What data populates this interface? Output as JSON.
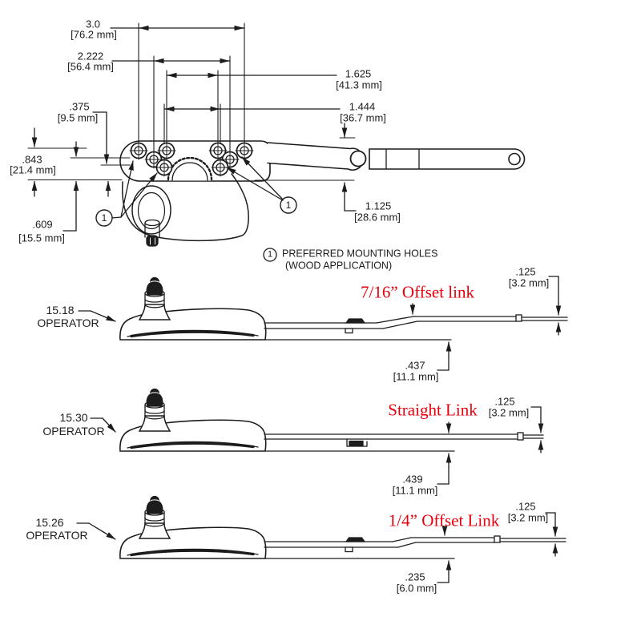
{
  "colors": {
    "line": "#1c1c1c",
    "red": "#e8000d",
    "bg": "#ffffff"
  },
  "top_view": {
    "callout_number": "1",
    "note": {
      "marker": "1",
      "line1": "PREFERRED MOUNTING HOLES",
      "line2": "(WOOD APPLICATION)"
    },
    "dims": {
      "overall_width": {
        "in": "3.0",
        "mm": "[76.2 mm]"
      },
      "span_mid": {
        "in": "2.222",
        "mm": "[56.4 mm]"
      },
      "span_inner": {
        "in": "1.625",
        "mm": "[41.3 mm]"
      },
      "span_low": {
        "in": "1.444",
        "mm": "[36.7 mm]"
      },
      "offset_low": {
        "in": ".375",
        "mm": "[9.5 mm]"
      },
      "height_top": {
        "in": ".843",
        "mm": "[21.4 mm]"
      },
      "height_mid": {
        "in": ".609",
        "mm": "[15.5 mm]"
      },
      "arm_drop": {
        "in": "1.125",
        "mm": "[28.6 mm]"
      }
    }
  },
  "sections": [
    {
      "model": "15.18",
      "word": "OPERATOR",
      "link_label": "7/16” Offset link",
      "thick_in": ".125",
      "thick_mm": "[3.2 mm]",
      "offset_in": ".437",
      "offset_mm": "[11.1 mm]"
    },
    {
      "model": "15.30",
      "word": "OPERATOR",
      "link_label": "Straight Link",
      "thick_in": ".125",
      "thick_mm": "[3.2 mm]",
      "offset_in": ".439",
      "offset_mm": "[11.1 mm]"
    },
    {
      "model": "15.26",
      "word": "OPERATOR",
      "link_label": "1/4” Offset Link",
      "thick_in": ".125",
      "thick_mm": "[3.2 mm]",
      "offset_in": ".235",
      "offset_mm": "[6.0 mm]"
    }
  ]
}
